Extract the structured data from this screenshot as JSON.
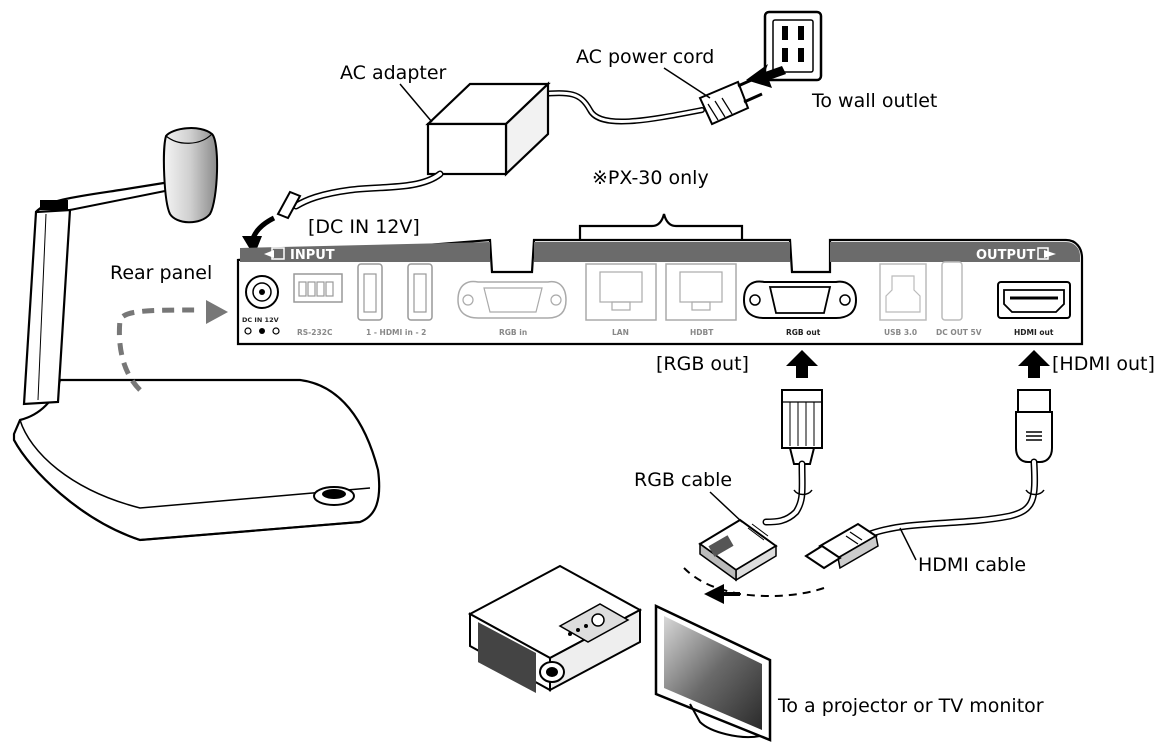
{
  "labels": {
    "ac_adapter": "AC adapter",
    "ac_power_cord": "AC power cord",
    "to_wall_outlet": "To wall outlet",
    "px30_only": "※PX-30 only",
    "dc_in": "[DC IN 12V]",
    "rear_panel": "Rear panel",
    "rgb_out": "[RGB out]",
    "hdmi_out": "[HDMI out]",
    "rgb_cable": "RGB cable",
    "hdmi_cable": "HDMI cable",
    "destination": "To a projector or TV monitor"
  },
  "panel": {
    "input_header": "INPUT",
    "output_header": "OUTPUT",
    "ports": {
      "dc_in": "DC IN 12V",
      "rs232c": "RS-232C",
      "hdmi_in": "1 - HDMI in - 2",
      "rgb_in": "RGB in",
      "lan": "LAN",
      "hdbt": "HDBT",
      "rgb_out": "RGB out",
      "usb": "USB 3.0",
      "dc_out": "DC OUT 5V",
      "hdmi_out": "HDMI out"
    }
  }
}
